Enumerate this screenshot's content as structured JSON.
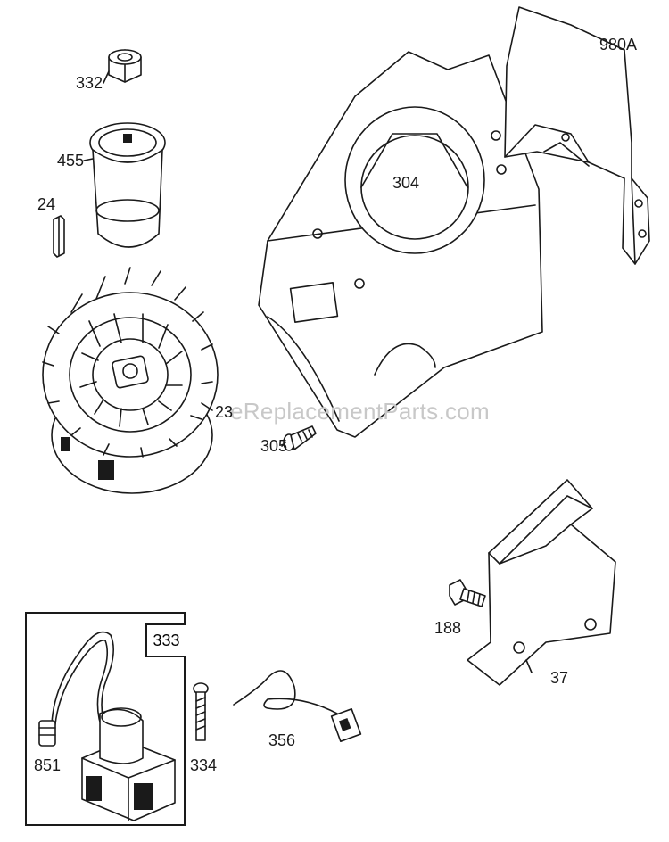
{
  "watermark": "eReplacementParts.com",
  "parts": {
    "p332": "332",
    "p455": "455",
    "p24": "24",
    "p23": "23",
    "p304": "304",
    "p980a": "980A",
    "p305": "305",
    "p188": "188",
    "p37": "37",
    "p333": "333",
    "p851": "851",
    "p334": "334",
    "p356": "356"
  }
}
